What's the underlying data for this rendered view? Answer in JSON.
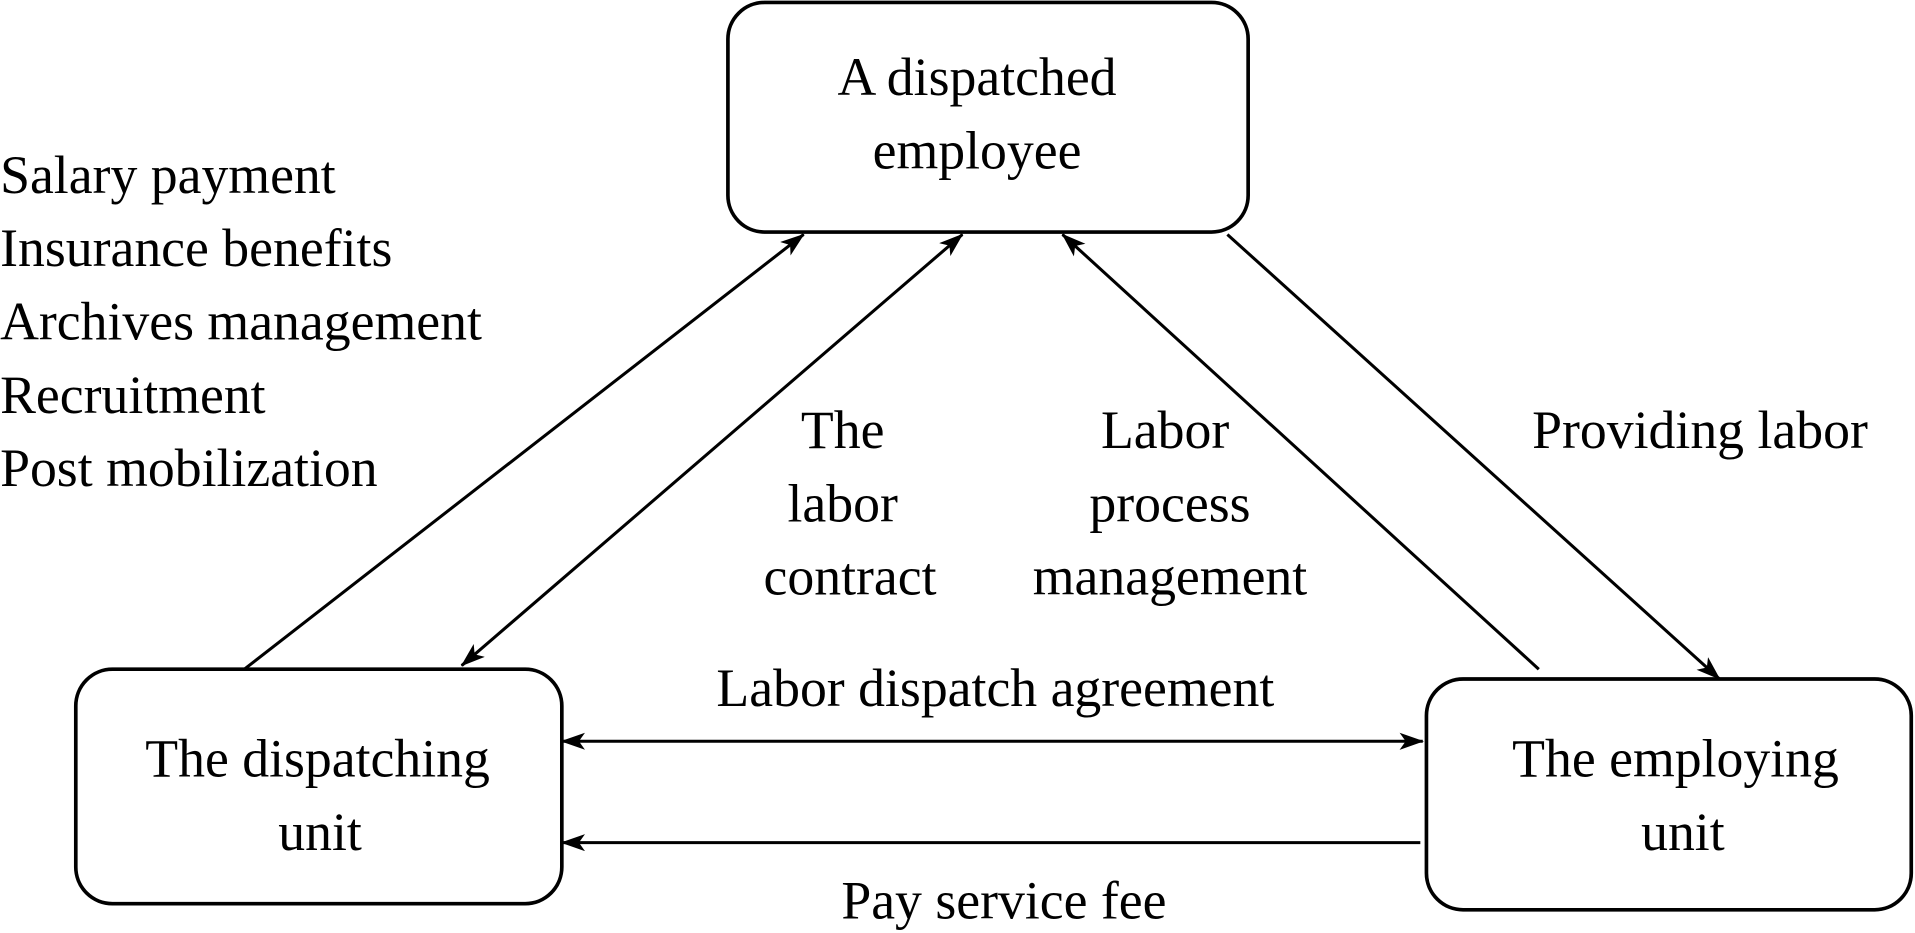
{
  "nodes": {
    "employee": [
      "A dispatched",
      "employee"
    ],
    "dispatching_unit": [
      "The dispatching",
      "unit"
    ],
    "employing_unit": [
      "The employing",
      "unit"
    ]
  },
  "dispatching_services": [
    "Salary payment",
    "Insurance benefits",
    "Archives management",
    "Recruitment",
    "Post mobilization"
  ],
  "edges": {
    "labor_contract": [
      "The",
      "labor",
      "contract"
    ],
    "labor_process_management": [
      "Labor",
      "process",
      "management"
    ],
    "providing_labor": "Providing labor",
    "labor_dispatch_agreement": "Labor dispatch agreement",
    "pay_service_fee": "Pay service fee"
  }
}
